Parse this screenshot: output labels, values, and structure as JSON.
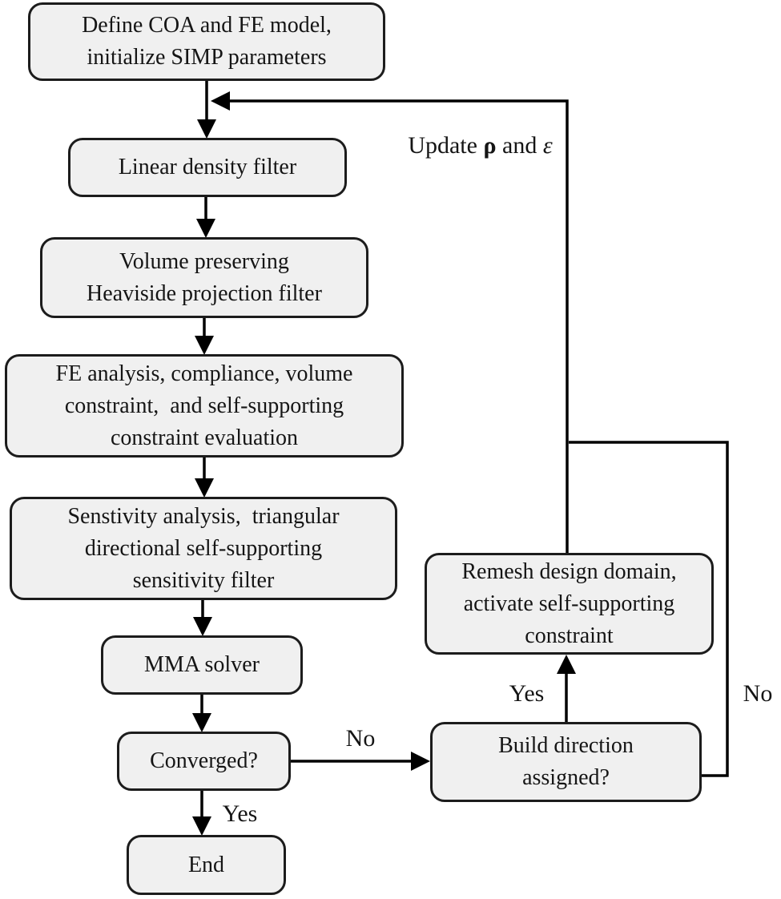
{
  "canvas": {
    "background": "#ffffff",
    "box_fill": "#f0f0f0",
    "box_border": "#1c1c1c",
    "line_color": "#000000"
  },
  "boxes": [
    {
      "name": "define-coa",
      "lines": [
        "Define COA and FE model,",
        "initialize SIMP parameters"
      ]
    },
    {
      "name": "linear-density-filter",
      "lines": [
        "Linear density filter"
      ]
    },
    {
      "name": "heaviside-filter",
      "lines": [
        "Volume preserving",
        "Heaviside projection filter"
      ]
    },
    {
      "name": "fe-analysis",
      "lines": [
        "FE analysis, compliance, volume",
        "constraint,  and self-supporting",
        "constraint evaluation"
      ]
    },
    {
      "name": "sensitivity-analysis",
      "lines": [
        "Senstivity analysis,  triangular",
        "directional self-supporting",
        "sensitivity filter"
      ]
    },
    {
      "name": "mma-solver",
      "lines": [
        "MMA solver"
      ]
    },
    {
      "name": "converged",
      "lines": [
        "Converged?"
      ]
    },
    {
      "name": "end",
      "lines": [
        "End"
      ]
    },
    {
      "name": "remesh-domain",
      "lines": [
        "Remesh design domain,",
        "activate self-supporting",
        "constraint"
      ]
    },
    {
      "name": "build-direction",
      "lines": [
        "Build direction",
        "assigned?"
      ]
    }
  ],
  "edge_labels": {
    "update": {
      "prefix": "Update ",
      "rho": "ρ",
      "mid": " and ",
      "epsilon": "ε"
    },
    "converged_no": "No",
    "converged_yes": "Yes",
    "build_yes": "Yes",
    "build_no": "No"
  }
}
